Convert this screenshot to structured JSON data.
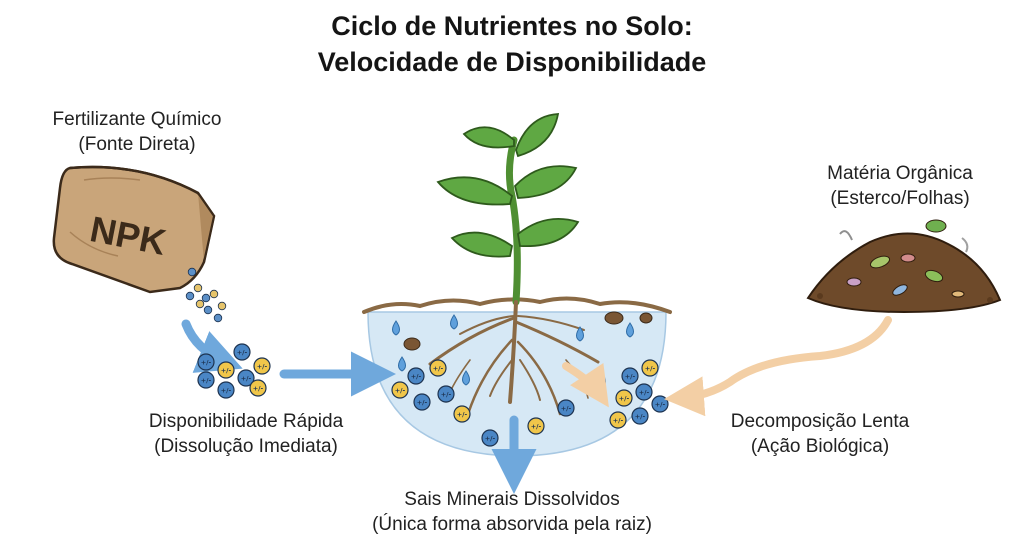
{
  "title": {
    "line1": "Ciclo de Nutrientes no Solo:",
    "line2": "Velocidade de Disponibilidade"
  },
  "chemical": {
    "label_line1": "Fertilizante Químico",
    "label_line2": "(Fonte Direta)",
    "bag_text": "NPK"
  },
  "rapid": {
    "label_line1": "Disponibilidade Rápida",
    "label_line2": "(Dissolução Imediata)"
  },
  "organic": {
    "label_line1": "Matéria Orgânica",
    "label_line2": "(Esterco/Folhas)"
  },
  "slow": {
    "label_line1": "Decomposição Lenta",
    "label_line2": "(Ação Biológica)"
  },
  "salts": {
    "label_line1": "Sais Minerais Dissolvidos",
    "label_line2": "(Única forma absorvida pela raiz)"
  },
  "ion_symbol": "+/-",
  "colors": {
    "soil_water": "#d6e8f5",
    "arrow_blue": "#6fa8dc",
    "arrow_tan": "#f3cfa5",
    "bag": "#c9a57a",
    "leaf": "#5fa843",
    "stem": "#4f8f32",
    "root": "#8a6a45",
    "compost": "#6e4a2a",
    "ion_blue": "#4a86c5",
    "ion_yellow": "#f0c64a"
  }
}
